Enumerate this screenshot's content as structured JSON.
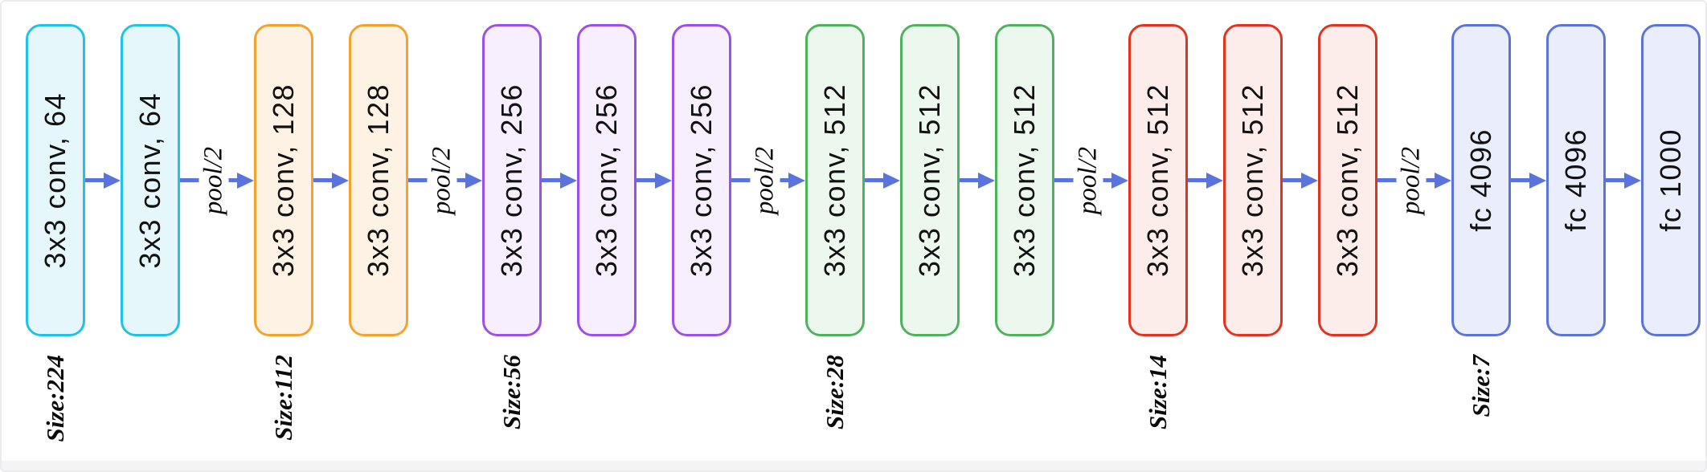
{
  "colors": {
    "arrow": "#5b74dd",
    "text": "#111111",
    "conv64_border": "#1ec3e6",
    "conv64_fill": "#e6f7fb",
    "conv128_border": "#f2a32e",
    "conv128_fill": "#fdf2e4",
    "conv256_border": "#9d50e8",
    "conv256_fill": "#f7effd",
    "conv512a_border": "#4fb25f",
    "conv512a_fill": "#ecf7ee",
    "conv512b_border": "#e23320",
    "conv512b_fill": "#fdedea",
    "fc_border": "#5b74d8",
    "fc_fill": "#eaedfb"
  },
  "icons": {
    "connector_arrow": "arrow-right"
  },
  "groups": [
    {
      "name": "conv-64",
      "border": "#1ec3e6",
      "fill": "#e6f7fb",
      "boxes": [
        "3x3 conv, 64",
        "3x3 conv, 64"
      ],
      "pool_label": "pool/2",
      "size_label": "Size:224"
    },
    {
      "name": "conv-128",
      "border": "#f2a32e",
      "fill": "#fdf2e4",
      "boxes": [
        "3x3 conv, 128",
        "3x3 conv, 128"
      ],
      "pool_label": "pool/2",
      "size_label": "Size:112"
    },
    {
      "name": "conv-256",
      "border": "#9d50e8",
      "fill": "#f7effd",
      "boxes": [
        "3x3 conv, 256",
        "3x3 conv, 256",
        "3x3 conv, 256"
      ],
      "pool_label": "pool/2",
      "size_label": "Size:56"
    },
    {
      "name": "conv-512-a",
      "border": "#4fb25f",
      "fill": "#ecf7ee",
      "boxes": [
        "3x3 conv, 512",
        "3x3 conv, 512",
        "3x3 conv, 512"
      ],
      "pool_label": "pool/2",
      "size_label": "Size:28"
    },
    {
      "name": "conv-512-b",
      "border": "#e23320",
      "fill": "#fdedea",
      "boxes": [
        "3x3 conv, 512",
        "3x3 conv, 512",
        "3x3 conv, 512"
      ],
      "pool_label": "pool/2",
      "size_label": "Size:14"
    },
    {
      "name": "fully-connected",
      "border": "#5b74d8",
      "fill": "#eaedfb",
      "boxes": [
        "fc 4096",
        "fc 4096",
        "fc 1000"
      ],
      "size_label": "Size:7"
    }
  ]
}
